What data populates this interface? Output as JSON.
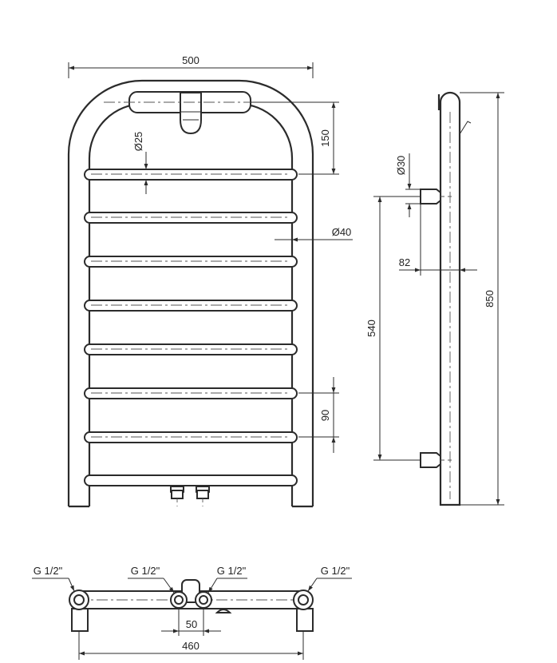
{
  "front_view": {
    "width_label": "500",
    "top_offset_label": "150",
    "tube_diameter_label": "Ø25",
    "frame_diameter_label": "Ø40",
    "bar_spacing_label": "90"
  },
  "side_view": {
    "connector_diameter_label": "Ø30",
    "wall_offset_label": "82",
    "connector_spacing_label": "540",
    "height_label": "850"
  },
  "bottom_view": {
    "connection_labels": [
      "G 1/2\"",
      "G 1/2\"",
      "G 1/2\"",
      "G 1/2\""
    ],
    "inner_spacing_label": "50",
    "outer_spacing_label": "460"
  }
}
